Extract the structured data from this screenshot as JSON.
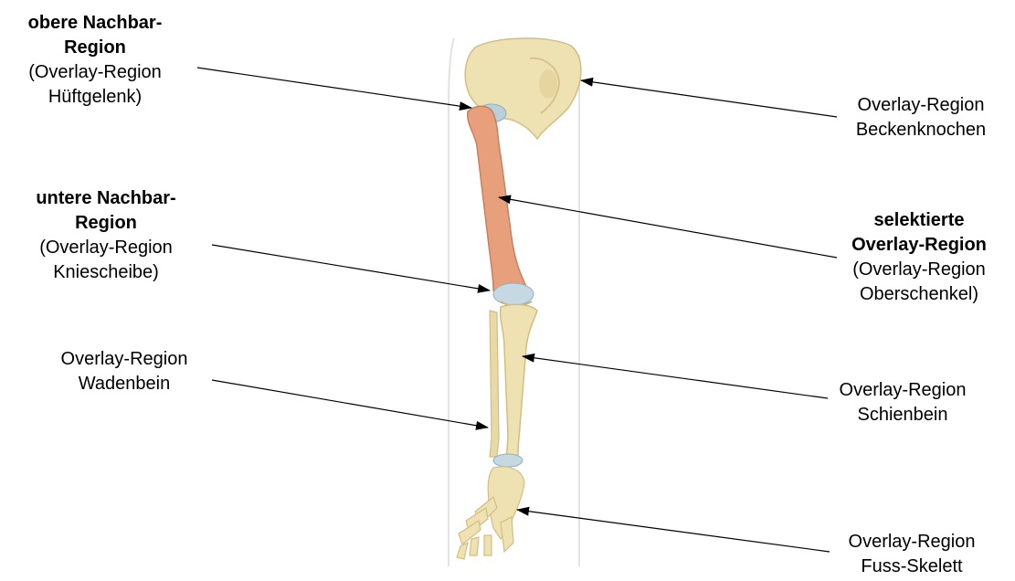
{
  "colors": {
    "bone": "#efe2b2",
    "bone_shade": "#d9c48a",
    "selected_region": "#e7a07b",
    "joint": "#b9cfdc",
    "arrow": "#000000"
  },
  "labels": {
    "upper_neighbor": {
      "title_lines": [
        "obere Nachbar-",
        "Region"
      ],
      "detail_lines": [
        "(Overlay-Region",
        "Hüftgelenk)"
      ]
    },
    "lower_neighbor": {
      "title_lines": [
        "untere Nachbar-",
        "Region"
      ],
      "detail_lines": [
        "(Overlay-Region",
        "Kniescheibe)"
      ]
    },
    "fibula": {
      "lines": [
        "Overlay-Region",
        "Wadenbein"
      ]
    },
    "pelvis": {
      "lines": [
        "Overlay-Region",
        "Beckenknochen"
      ]
    },
    "selected": {
      "title_lines": [
        "selektierte",
        "Overlay-Region"
      ],
      "detail_lines": [
        "(Overlay-Region",
        "Oberschenkel)"
      ]
    },
    "tibia": {
      "lines": [
        "Overlay-Region",
        "Schienbein"
      ]
    },
    "foot": {
      "lines": [
        "Overlay-Region",
        "Fuss-Skelett"
      ]
    }
  }
}
